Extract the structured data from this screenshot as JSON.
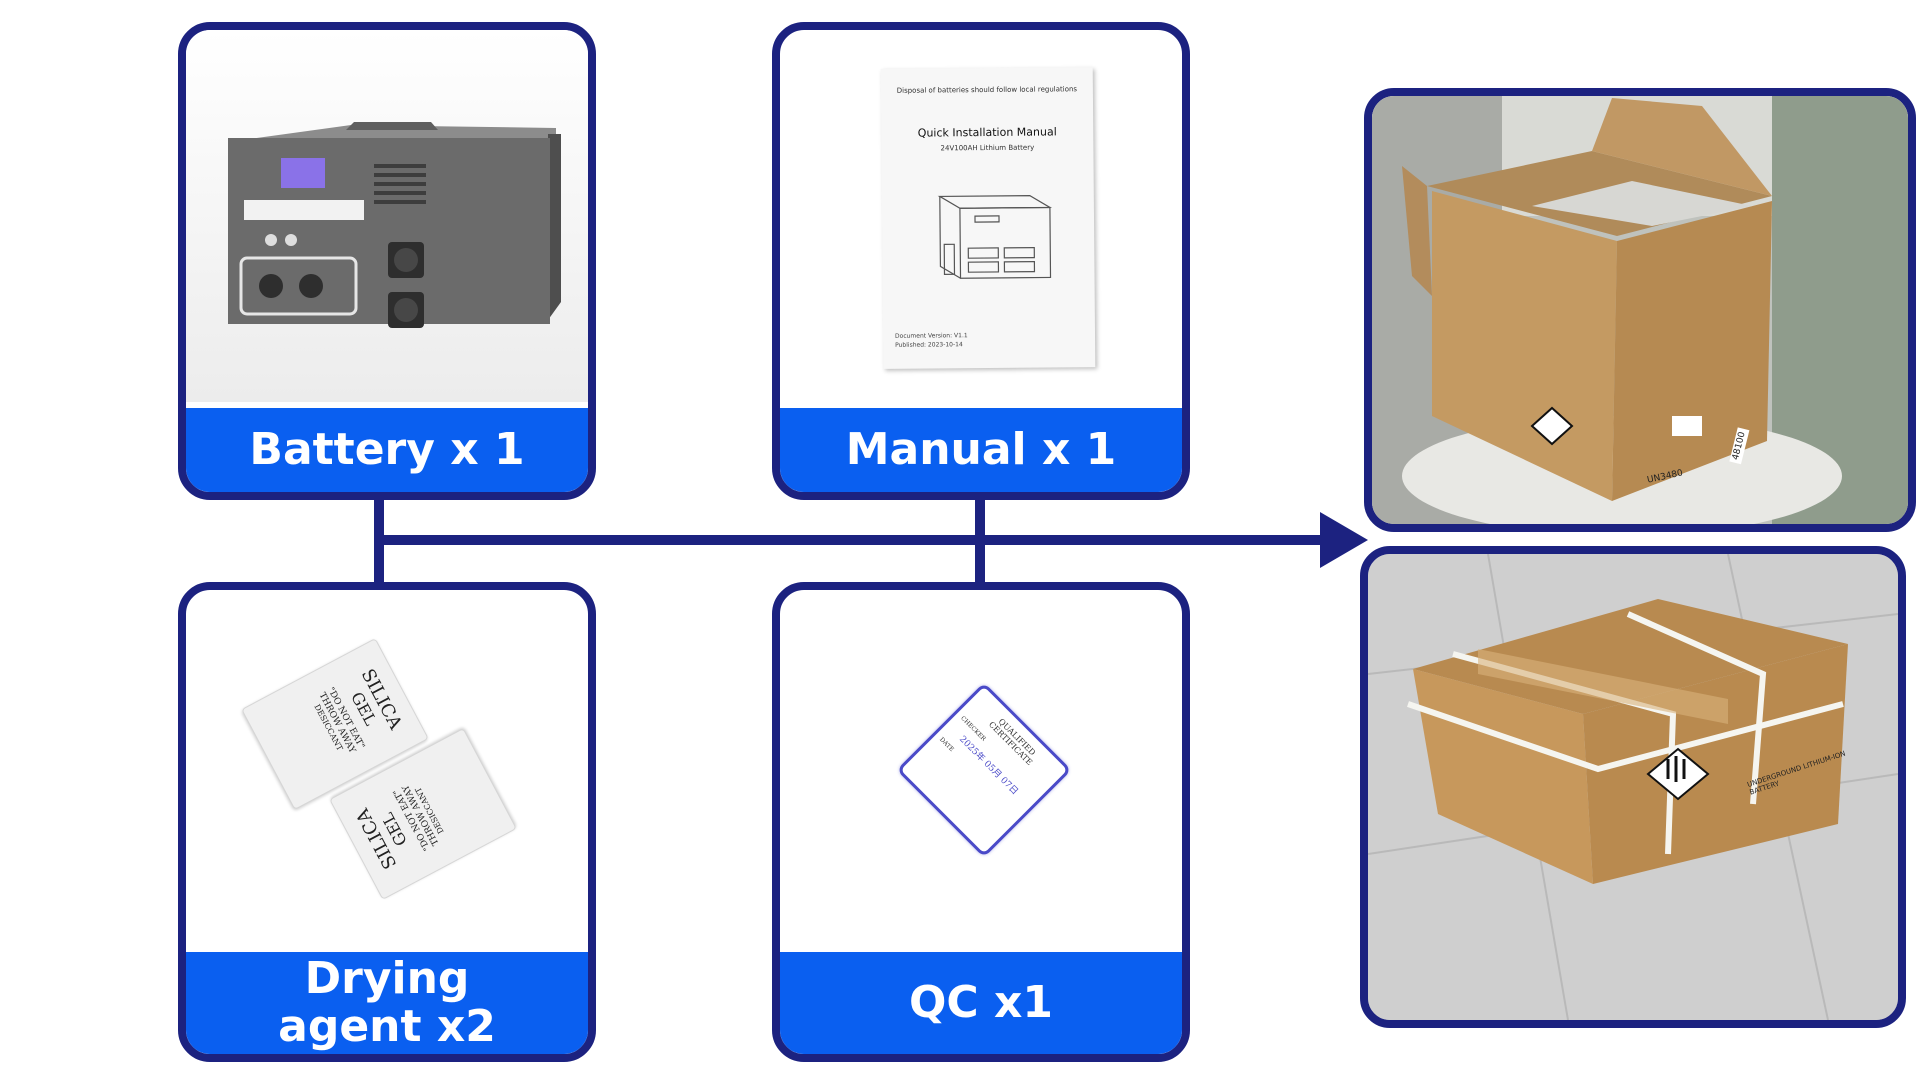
{
  "items": [
    {
      "label": "Battery x 1"
    },
    {
      "label": "Manual x 1"
    },
    {
      "label": "Drying agent x2"
    },
    {
      "label": "QC x1"
    }
  ],
  "manual": {
    "top_note": "Disposal of batteries should follow local regulations",
    "title": "Quick Installation Manual",
    "subtitle": "24V100AH Lithium Battery",
    "version": "Document Version: V1.1",
    "published": "Published: 2023-10-14"
  },
  "sachet": {
    "line1": "SILICA",
    "line2": "GEL",
    "line3": "\"DO NOT EAT\"",
    "line4": "THROW AWAY",
    "line5": "DESICCANT"
  },
  "qc_sticker": {
    "line1": "QUALIFIED",
    "line2": "CERTIFICATE",
    "line3": "CHECKER",
    "line4": "DATE",
    "stamp": "2025年 05月 07日"
  },
  "box_photo": {
    "marking": "UN3480",
    "label": "48100",
    "text": "UNDERGROUND LITHIUM-ION BATTERY"
  },
  "colors": {
    "border": "#1c2280",
    "label_bg": "#0a5ff0",
    "label_text": "#ffffff"
  }
}
